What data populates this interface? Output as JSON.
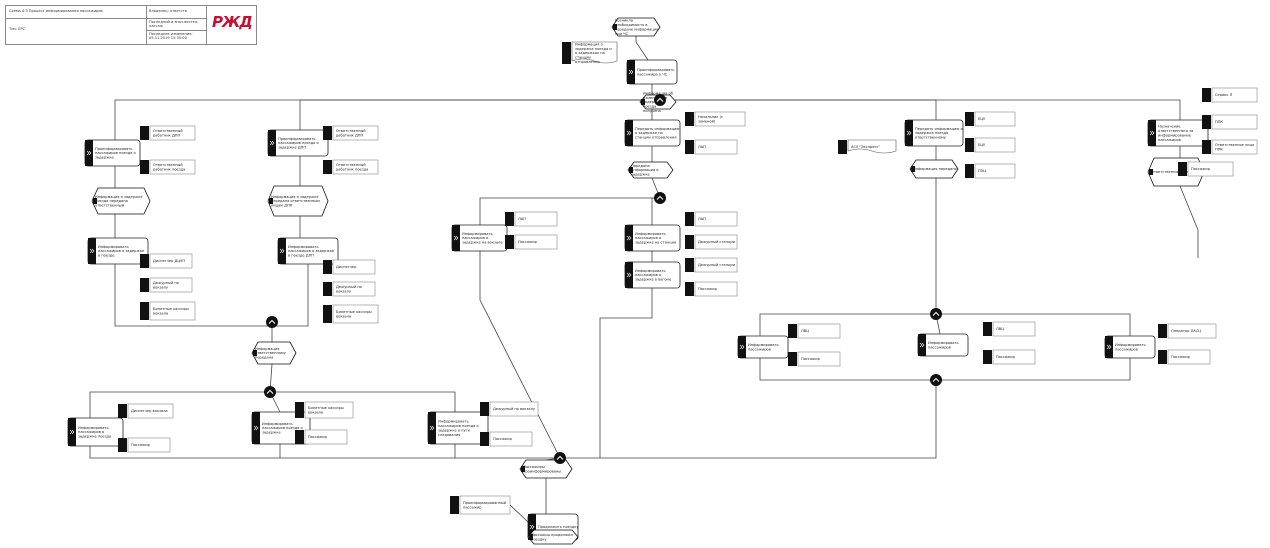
{
  "header": {
    "title": "Схема 4.3 Процесс информирования пассажиров",
    "type_line": "Тип: EPC",
    "col2_row1": "Владелец: ответств",
    "col2_row2": "Последний и знач.вестел: пассаж",
    "col2_row3": "Последнее изменение: 05.11.2019 15:35:00",
    "logo_text": "РЖД",
    "logo_color": "#c8102e"
  },
  "colors": {
    "event": "#111111",
    "function": "#ffffff",
    "outline": "#333333",
    "connector": "#111111",
    "line": "#444444"
  },
  "nodes": [
    {
      "id": "e_top",
      "kind": "event",
      "text": "Возникла необходимость в передаче информации при ЧС"
    },
    {
      "id": "f_top",
      "kind": "function",
      "text": "Проинформировать пассажира о ЧС"
    },
    {
      "id": "d_top",
      "kind": "doc",
      "text": "Информация о задержке поезда и о задержках на станции отправления"
    },
    {
      "id": "e_sort",
      "kind": "event",
      "text": "Информация об изменении в задержке поезда получена"
    },
    {
      "id": "f_l1",
      "kind": "function",
      "text": "Проинформировать пассажиров поезда о задержке"
    },
    {
      "id": "f_l2",
      "kind": "function",
      "text": "Проинформировать пассажиров поезда о задержке ДПП"
    },
    {
      "id": "e_l1",
      "kind": "event",
      "text": "Информация о задержке поезда передана ответственным"
    },
    {
      "id": "e_l2",
      "kind": "event",
      "text": "Информация о задержке передана ответственным лицам ДПП"
    },
    {
      "id": "f_l3",
      "kind": "function",
      "text": "Информировать пассажиров о задержке в поезде ДПП"
    },
    {
      "id": "f_l4",
      "kind": "function",
      "text": "Информировать пассажиров о задержке в поезде"
    },
    {
      "id": "o_1",
      "kind": "org",
      "text": "Ответственный работник ДПП"
    },
    {
      "id": "o_2",
      "kind": "org",
      "text": "Ответственный работник поезда"
    },
    {
      "id": "o_3",
      "kind": "org",
      "text": "Ответственный работник ДПП"
    },
    {
      "id": "o_4",
      "kind": "org",
      "text": "Ответственный работник поезда"
    },
    {
      "id": "o_5",
      "kind": "org",
      "text": "Диспетчер ДЦУП"
    },
    {
      "id": "o_6",
      "kind": "org",
      "text": "Дежурный по вокзалу"
    },
    {
      "id": "o_7",
      "kind": "org",
      "text": "Билетные кассиры вокзала"
    },
    {
      "id": "o_8",
      "kind": "org",
      "text": "Диспетчер"
    },
    {
      "id": "o_9",
      "kind": "org",
      "text": "Дежурный по вокзалу"
    },
    {
      "id": "o_10",
      "kind": "org",
      "text": "Билетные кассиры вокзала"
    },
    {
      "id": "f_m1",
      "kind": "function",
      "text": "Передать информацию о задержке по станции отправления"
    },
    {
      "id": "e_m1",
      "kind": "event",
      "text": "Передана информация о задержке"
    },
    {
      "id": "f_m2",
      "kind": "function",
      "text": "Информировать пассажиров о задержке на вокзале"
    },
    {
      "id": "f_m3",
      "kind": "function",
      "text": "Информировать пассажиров о задержке на станции"
    },
    {
      "id": "f_m4",
      "kind": "function",
      "text": "Информировать пассажиров о задержке в вагоне"
    },
    {
      "id": "o_m1",
      "kind": "org",
      "text": "Начальник (с заменой)"
    },
    {
      "id": "o_m2",
      "kind": "org",
      "text": "ЛАП"
    },
    {
      "id": "o_m3",
      "kind": "org",
      "text": "ЛАП"
    },
    {
      "id": "o_m4",
      "kind": "org",
      "text": "Пассажир"
    },
    {
      "id": "o_m5",
      "kind": "org",
      "text": "ЛАП"
    },
    {
      "id": "o_m6",
      "kind": "org",
      "text": "Дежурный станции"
    },
    {
      "id": "o_m7",
      "kind": "org",
      "text": "Дежурный станции"
    },
    {
      "id": "o_m8",
      "kind": "org",
      "text": "Пассажир"
    },
    {
      "id": "f_r1",
      "kind": "function",
      "text": "Передать информацию о задержке поезда ответственному"
    },
    {
      "id": "e_r1",
      "kind": "event",
      "text": "Информация передана"
    },
    {
      "id": "o_r1",
      "kind": "org",
      "text": "ЕЦУ"
    },
    {
      "id": "o_r2",
      "kind": "org",
      "text": "ЕЦУ"
    },
    {
      "id": "o_r3",
      "kind": "org",
      "text": "ПЭЦ"
    },
    {
      "id": "d_r1",
      "kind": "doc",
      "text": "АСУ \"Экспресс\""
    },
    {
      "id": "f_rr",
      "kind": "function",
      "text": "Назначение ответственного за информирование пассажиров"
    },
    {
      "id": "e_rr",
      "kind": "event",
      "text": "Ответственный назначен"
    },
    {
      "id": "o_rr1",
      "kind": "org",
      "text": "Сервис П"
    },
    {
      "id": "o_rr2",
      "kind": "org",
      "text": "ППК"
    },
    {
      "id": "o_rr3",
      "kind": "org",
      "text": "Ответственное лицо ППК"
    },
    {
      "id": "o_rr4",
      "kind": "org",
      "text": "Пассажир"
    },
    {
      "id": "f_b1",
      "kind": "function",
      "text": "Информировать пассажиров"
    },
    {
      "id": "f_b2",
      "kind": "function",
      "text": "Информировать пассажиров"
    },
    {
      "id": "f_b3",
      "kind": "function",
      "text": "Информировать пассажиров"
    },
    {
      "id": "o_b1",
      "kind": "org",
      "text": "ЛВЦ"
    },
    {
      "id": "o_b2",
      "kind": "org",
      "text": "Пассажир"
    },
    {
      "id": "o_b3",
      "kind": "org",
      "text": "ЛВЦ"
    },
    {
      "id": "o_b4",
      "kind": "org",
      "text": "Пассажир"
    },
    {
      "id": "o_b5",
      "kind": "org",
      "text": "Оператор ПАСЦ"
    },
    {
      "id": "o_b6",
      "kind": "org",
      "text": "Пассажир"
    },
    {
      "id": "e_mid",
      "kind": "event",
      "text": "Информация ответственному передана"
    },
    {
      "id": "f_s1",
      "kind": "function",
      "text": "Информировать пассажиров о задержке поезда"
    },
    {
      "id": "f_s2",
      "kind": "function",
      "text": "Информировать пассажиров поезда о задержке"
    },
    {
      "id": "f_s3",
      "kind": "function",
      "text": "Информировать пассажиров поезда о задержке в пути следования"
    },
    {
      "id": "o_s1",
      "kind": "org",
      "text": "Диспетчер вокзала"
    },
    {
      "id": "o_s2",
      "kind": "org",
      "text": "Пассажир"
    },
    {
      "id": "o_s3",
      "kind": "org",
      "text": "Билетные кассиры вокзала"
    },
    {
      "id": "o_s4",
      "kind": "org",
      "text": "Пассажир"
    },
    {
      "id": "o_s5",
      "kind": "org",
      "text": "Дежурный по вокзалу"
    },
    {
      "id": "o_s6",
      "kind": "org",
      "text": "Пассажир"
    },
    {
      "id": "e_end",
      "kind": "event",
      "text": "Пассажиры проинформированы"
    },
    {
      "id": "f_end",
      "kind": "function",
      "text": "Продолжить поездку"
    },
    {
      "id": "o_end",
      "kind": "org",
      "text": "Проинформированный пассажир"
    },
    {
      "id": "e_final",
      "kind": "event",
      "text": "Пассажир продолжил поездку"
    }
  ]
}
